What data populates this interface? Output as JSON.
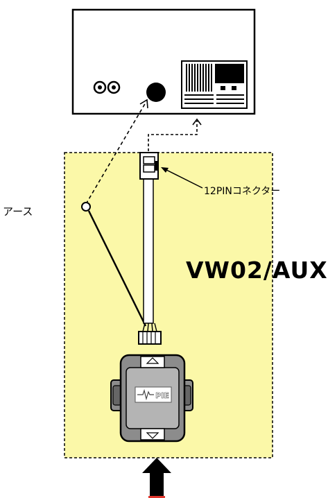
{
  "labels": {
    "earth": "アース",
    "connector": "12PINコネクター",
    "product": "VW02/AUX"
  },
  "module_logo": "PIE",
  "colors": {
    "area_fill": "#FBF8A8",
    "module_body": "#8C8C8C",
    "module_top": "#B4B4B4",
    "line": "#000000"
  }
}
